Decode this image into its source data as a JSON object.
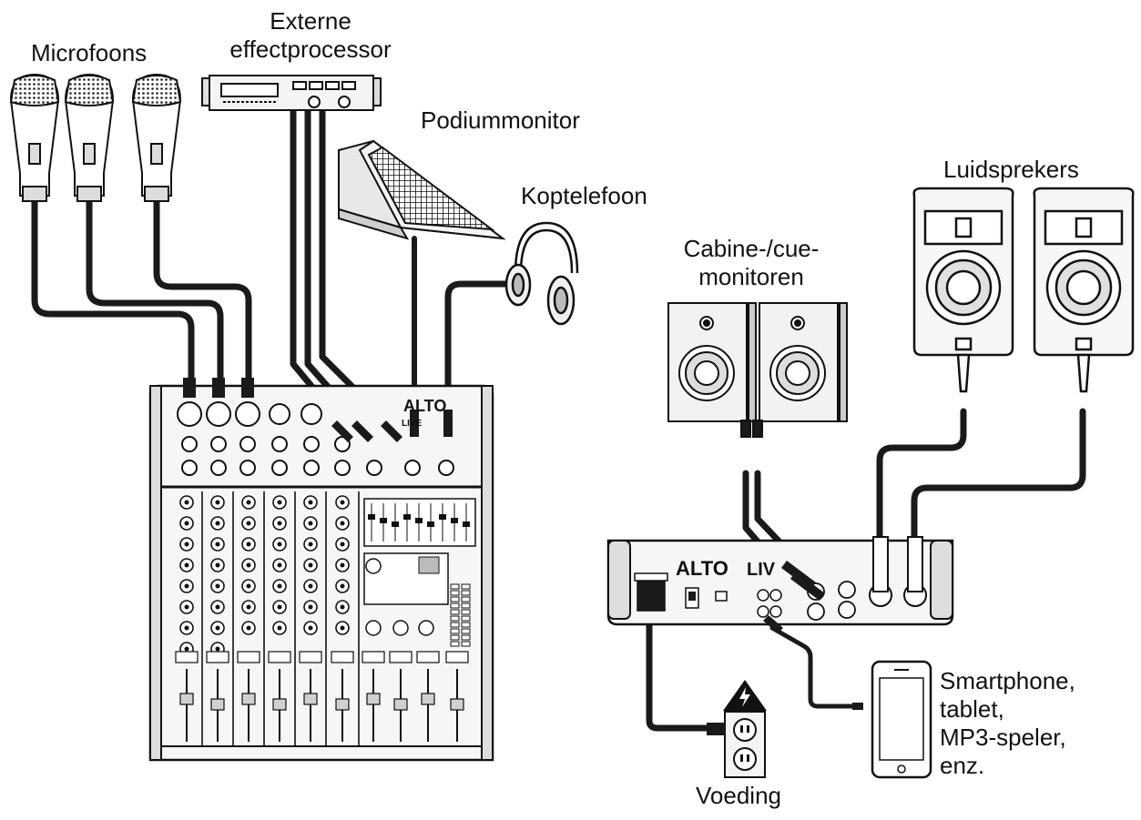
{
  "labels": {
    "microphones": "Microfoons",
    "effects_line1": "Externe",
    "effects_line2": "effectprocessor",
    "stage_monitor": "Podiummonitor",
    "headphones": "Koptelefoon",
    "booth_line1": "Cabine-/cue-",
    "booth_line2": "monitoren",
    "speakers": "Luidsprekers",
    "device_line1": "Smartphone,",
    "device_line2": "tablet,",
    "device_line3": "MP3-speler,",
    "device_line4": "enz.",
    "power": "Voeding"
  },
  "brand": {
    "logo_front": "ALTO",
    "logo_front_model": "LIVE",
    "logo_rear": "ALTO",
    "logo_rear_model": "LIV"
  },
  "colors": {
    "line": "#111111",
    "cable": "#1a1a1a",
    "panel": "#f4f4f4",
    "shade": "#d8d8d8"
  },
  "icons": [
    "microphone-icon",
    "effects-processor-icon",
    "stage-monitor-icon",
    "headphones-icon",
    "studio-monitor-icon",
    "pa-speaker-icon",
    "mixer-icon",
    "smartphone-icon",
    "power-outlet-icon",
    "warning-icon"
  ]
}
